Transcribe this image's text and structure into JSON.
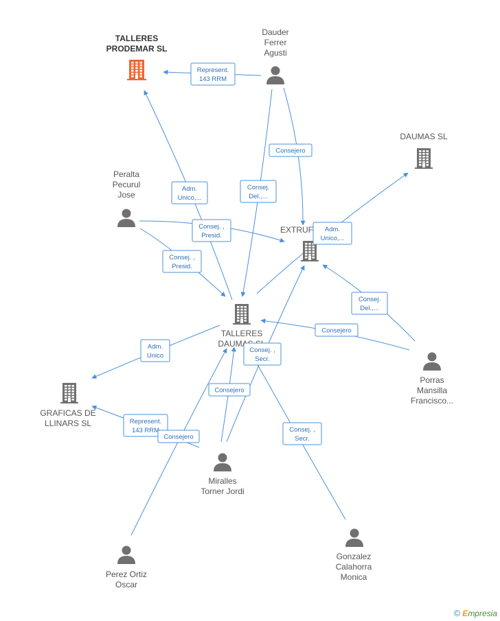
{
  "colors": {
    "edge": "#4a90d9",
    "company": "#707070",
    "company_focus": "#f26532",
    "person": "#707070"
  },
  "nodes": [
    {
      "id": "prodemar",
      "type": "company",
      "focus": true,
      "label": [
        "TALLERES",
        "PRODEMAR SL"
      ],
      "icon": "building-icon"
    },
    {
      "id": "dauder",
      "type": "person",
      "label": [
        "Dauder",
        "Ferrer",
        "Agusti"
      ],
      "icon": "person-icon"
    },
    {
      "id": "daumas",
      "type": "company",
      "label": [
        "DAUMAS SL"
      ],
      "icon": "building-icon"
    },
    {
      "id": "peralta",
      "type": "person",
      "label": [
        "Peralta",
        "Pecurul",
        "Jose"
      ],
      "icon": "person-icon"
    },
    {
      "id": "extrufil",
      "type": "company",
      "label": [
        "EXTRUFIL"
      ],
      "icon": "building-icon"
    },
    {
      "id": "daumas_talleres",
      "type": "company",
      "label": [
        "TALLERES",
        "DAUMAS SL"
      ],
      "icon": "building-icon"
    },
    {
      "id": "porras",
      "type": "person",
      "label": [
        "Porras",
        "Mansilla",
        "Francisco..."
      ],
      "icon": "person-icon"
    },
    {
      "id": "graficas",
      "type": "company",
      "label": [
        "GRAFICAS DE",
        "LLINARS SL"
      ],
      "icon": "building-icon"
    },
    {
      "id": "miralles",
      "type": "person",
      "label": [
        "Miralles",
        "Torner Jordi"
      ],
      "icon": "person-icon"
    },
    {
      "id": "perez",
      "type": "person",
      "label": [
        "Perez Ortiz",
        "Oscar"
      ],
      "icon": "person-icon"
    },
    {
      "id": "gonzalez",
      "type": "person",
      "label": [
        "Gonzalez",
        "Calahorra",
        "Monica"
      ],
      "icon": "person-icon"
    }
  ],
  "edges": [
    {
      "id": "dauder-prodemar",
      "label": [
        "Represent.",
        "143 RRM"
      ]
    },
    {
      "id": "dauder-extrufil",
      "label": [
        "Consejero"
      ]
    },
    {
      "id": "dauder-talleres",
      "label": [
        "Consej.",
        "Del.,..."
      ]
    },
    {
      "id": "talleres-prodemar",
      "label": [
        "Adm.",
        "Unico,..."
      ]
    },
    {
      "id": "peralta-extrufil",
      "label": [
        "Consej. ,",
        "Presid."
      ]
    },
    {
      "id": "peralta-talleres",
      "label": [
        "Consej. ,",
        "Presid."
      ]
    },
    {
      "id": "talleres-daumas",
      "label": [
        "Adm.",
        "Unico,..."
      ]
    },
    {
      "id": "porras-extrufil",
      "label": [
        "Consej.",
        "Del.,..."
      ]
    },
    {
      "id": "porras-talleres",
      "label": [
        "Consejero"
      ]
    },
    {
      "id": "talleres-graficas",
      "label": [
        "Adm.",
        "Unico"
      ]
    },
    {
      "id": "miralles-extrufil",
      "label": [
        "Consej. ,",
        "Secr."
      ]
    },
    {
      "id": "miralles-talleres",
      "label": [
        "Consejero"
      ]
    },
    {
      "id": "miralles-graficas",
      "label": [
        "Represent.",
        "143 RRM"
      ]
    },
    {
      "id": "perez-talleres",
      "label": [
        "Consejero"
      ]
    },
    {
      "id": "gonzalez-talleres",
      "label": [
        "Consej. ,",
        "Secr."
      ]
    }
  ],
  "brand": {
    "symbol": "©",
    "initial": "E",
    "rest": "mpresia"
  }
}
